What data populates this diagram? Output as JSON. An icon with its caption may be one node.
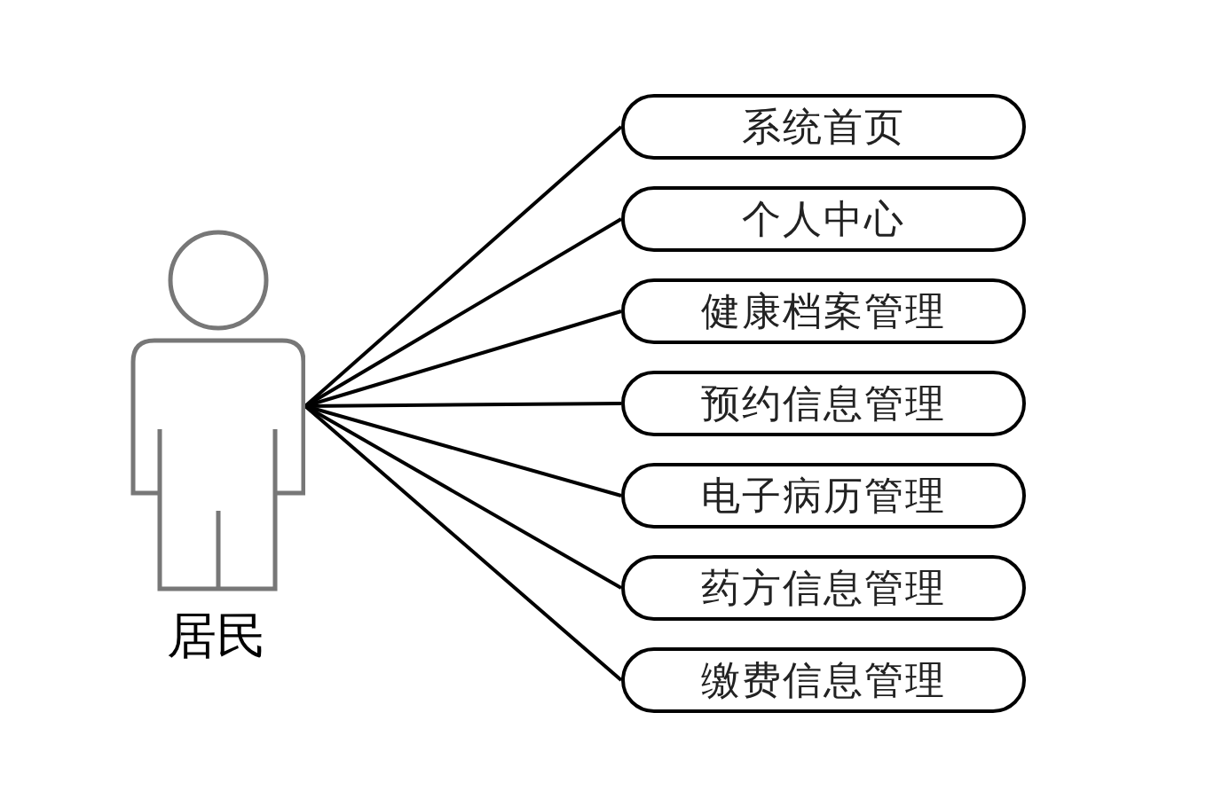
{
  "diagram": {
    "nodes": [
      {
        "text": [
          "居民"
        ]
      },
      {
        "text": [
          "系统首页"
        ]
      },
      {
        "text": [
          "个人中心"
        ]
      },
      {
        "text": [
          "健康档案管理"
        ]
      },
      {
        "text": [
          "预约信息管理"
        ]
      },
      {
        "text": [
          "电子病历管理"
        ]
      },
      {
        "text": [
          "药方信息管理"
        ]
      },
      {
        "text": [
          "缴费信息管理"
        ]
      }
    ],
    "edges": [
      {
        "from": 0,
        "to": 1,
        "arrow": "none"
      },
      {
        "from": 0,
        "to": 2,
        "arrow": "none"
      },
      {
        "from": 0,
        "to": 3,
        "arrow": "none"
      },
      {
        "from": 0,
        "to": 4,
        "arrow": "none"
      },
      {
        "from": 0,
        "to": 5,
        "arrow": "none"
      },
      {
        "from": 0,
        "to": 6,
        "arrow": "none"
      },
      {
        "from": 0,
        "to": 7,
        "arrow": "none"
      }
    ]
  }
}
